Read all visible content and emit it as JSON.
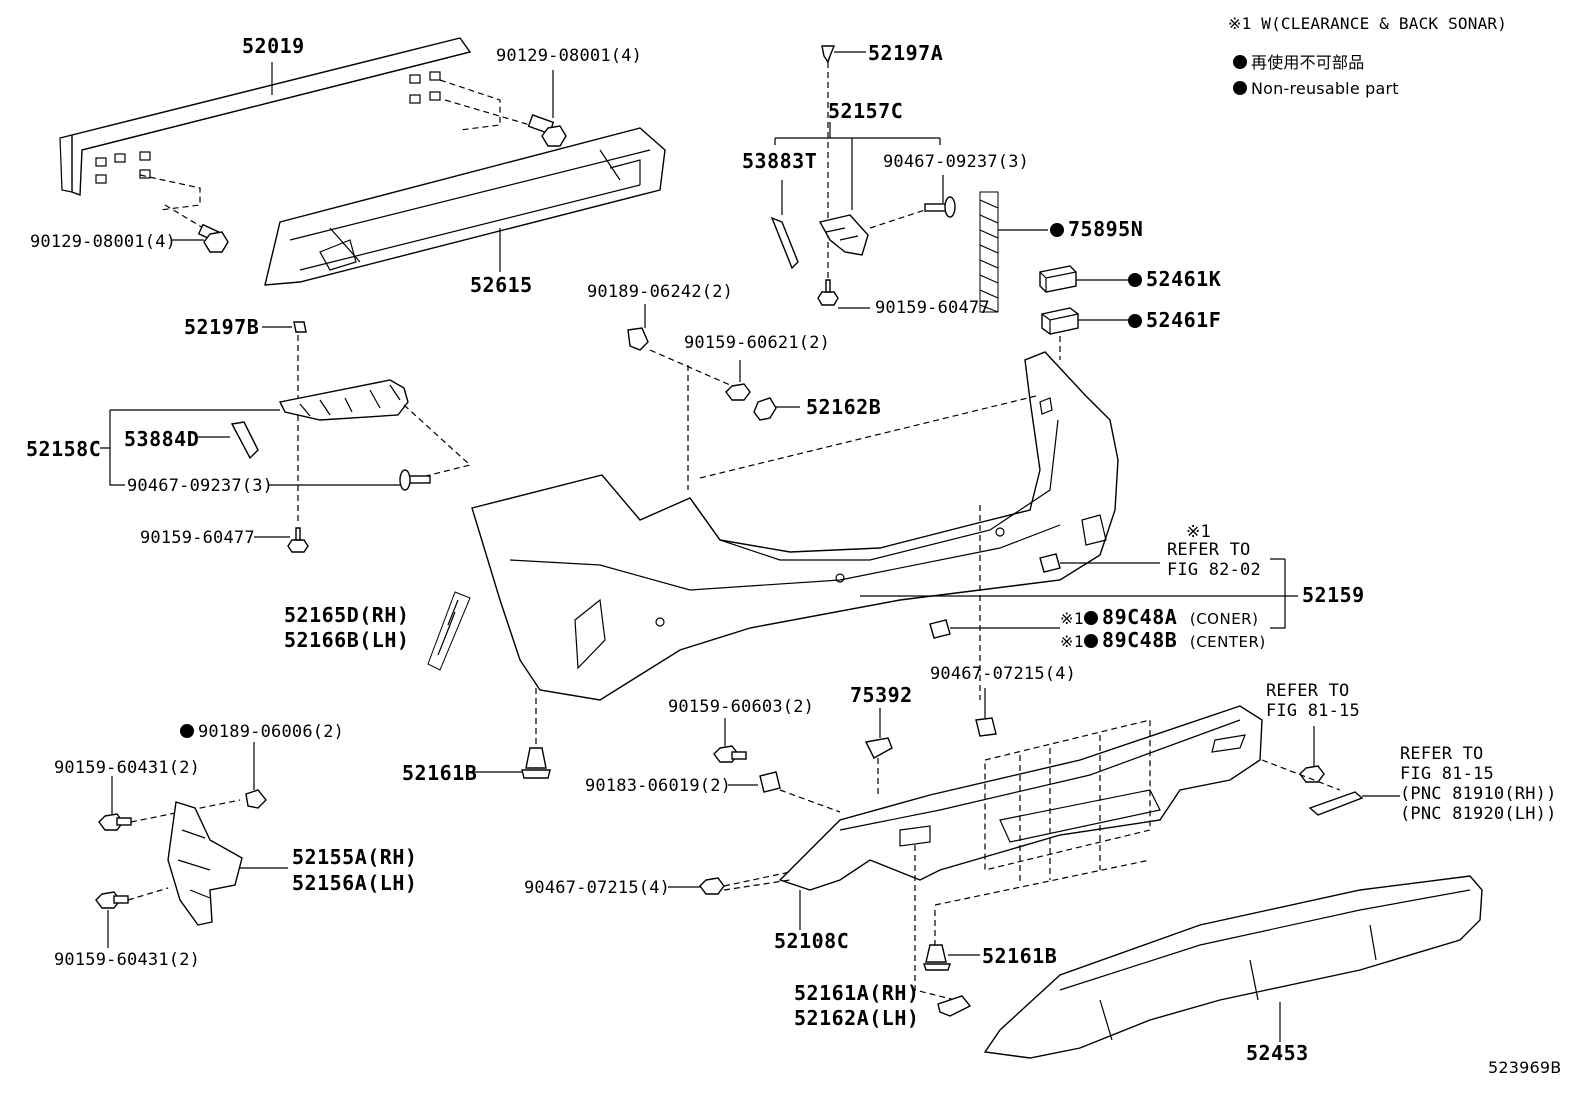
{
  "notes": {
    "note1": "※1  W(CLEARANCE & BACK SONAR)",
    "legend_jp": "再使用不可部品",
    "legend_en": "Non-reusable part"
  },
  "labels": {
    "p52019": "52019",
    "p90129_top": "90129-08001(4)",
    "p90129_left": "90129-08001(4)",
    "p52615": "52615",
    "p52197A": "52197A",
    "p52157C": "52157C",
    "p53883T": "53883T",
    "p90467_09237_top": "90467-09237(3)",
    "p75895N": "75895N",
    "p52461K": "52461K",
    "p52461F": "52461F",
    "p90159_60477_top": "90159-60477",
    "p90189_06242": "90189-06242(2)",
    "p90159_60621": "90159-60621(2)",
    "p52162B": "52162B",
    "p52197B": "52197B",
    "p52158C": "52158C",
    "p53884D": "53884D",
    "p90467_09237_left": "90467-09237(3)",
    "p90159_60477_left": "90159-60477",
    "p52165D": "52165D(RH)",
    "p52166B": "52166B(LH)",
    "ref1_mark": "※1",
    "ref1_line1": "REFER TO",
    "ref1_line2": "FIG 82-02",
    "p52159": "52159",
    "p89C48A_mark": "※1",
    "p89C48A": "89C48A",
    "p89C48A_note": "(CONER)",
    "p89C48B_mark": "※1",
    "p89C48B": "89C48B",
    "p89C48B_note": "(CENTER)",
    "p90467_07215_top": "90467-07215(4)",
    "ref2_line1": "REFER TO",
    "ref2_line2": "FIG 81-15",
    "p90159_60603": "90159-60603(2)",
    "p75392": "75392",
    "p90189_06006": "90189-06006(2)",
    "p90159_60431_top": "90159-60431(2)",
    "p52161B_left": "52161B",
    "p90183_06019": "90183-06019(2)",
    "ref3_line1": "REFER TO",
    "ref3_line2": "FIG 81-15",
    "ref3_line3": "(PNC 81910(RH))",
    "ref3_line4": "(PNC 81920(LH))",
    "p52155A": "52155A(RH)",
    "p52156A": "52156A(LH)",
    "p90467_07215_left": "90467-07215(4)",
    "p52108C": "52108C",
    "p52161B_right": "52161B",
    "p90159_60431_bottom": "90159-60431(2)",
    "p52161A": "52161A(RH)",
    "p52162A": "52162A(LH)",
    "p52453": "52453",
    "figure_id": "523969B"
  }
}
